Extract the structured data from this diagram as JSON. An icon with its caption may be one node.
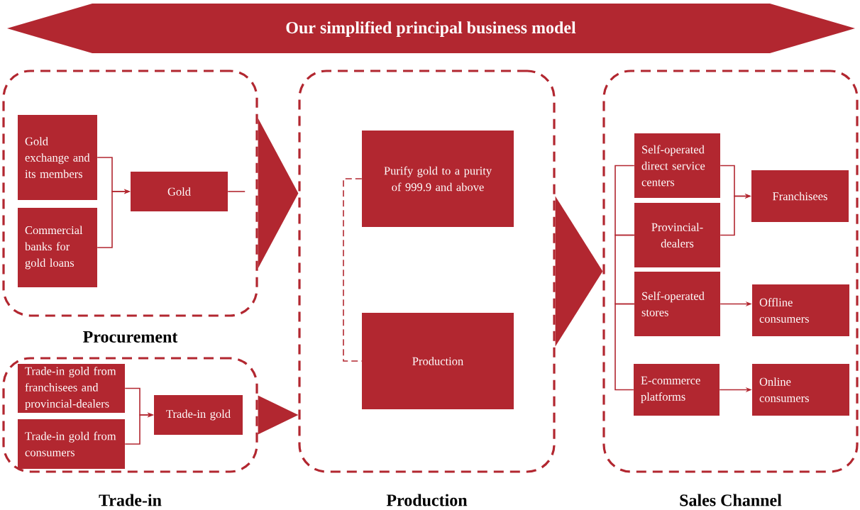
{
  "diagram": {
    "nodes": [
      {
        "text": [
          "Our simplified principal business model"
        ]
      },
      {
        "text": [
          "Procurement"
        ]
      },
      {
        "text": [
          "Gold exchange and its members"
        ],
        "in": 1
      },
      {
        "text": [
          "Commercial banks for gold loans"
        ],
        "in": 1
      },
      {
        "text": [
          "Gold"
        ],
        "in": 1
      },
      {
        "text": [
          "Trade-in"
        ]
      },
      {
        "text": [
          "Trade-in gold from franchisees and provincial-dealers"
        ],
        "in": 5
      },
      {
        "text": [
          "Trade-in gold from consumers"
        ],
        "in": 5
      },
      {
        "text": [
          "Trade-in gold"
        ],
        "in": 5
      },
      {
        "text": [
          "Production"
        ]
      },
      {
        "text": [
          "Purify gold to a purity of 999.9 and above"
        ],
        "in": 9
      },
      {
        "text": [
          "Production"
        ],
        "in": 9
      },
      {
        "text": [
          "Sales Channel"
        ]
      },
      {
        "text": [
          "Self-operated direct service centers"
        ],
        "in": 12
      },
      {
        "text": [
          "Provincial-dealers"
        ],
        "in": 12
      },
      {
        "text": [
          "Self-operated stores"
        ],
        "in": 12
      },
      {
        "text": [
          "E-commerce platforms"
        ],
        "in": 12
      },
      {
        "text": [
          "Franchisees"
        ],
        "in": 12
      },
      {
        "text": [
          "Offline consumers"
        ],
        "in": 12
      },
      {
        "text": [
          "Online consumers"
        ],
        "in": 12
      }
    ],
    "edges": [
      {
        "from": 2,
        "to": 4,
        "arrow": "to"
      },
      {
        "from": 3,
        "to": 4,
        "arrow": "to"
      },
      {
        "from": 4,
        "to": null,
        "arrow": "none"
      },
      {
        "from": 6,
        "to": 8,
        "arrow": "to"
      },
      {
        "from": 7,
        "to": 8,
        "arrow": "to"
      },
      {
        "from": 10,
        "to": 11,
        "arrow": "none",
        "style": "dashed"
      },
      {
        "from": 1,
        "to": 9,
        "arrow": "to"
      },
      {
        "from": 5,
        "to": 9,
        "arrow": "to"
      },
      {
        "from": 9,
        "to": 12,
        "arrow": "to"
      },
      {
        "from": 13,
        "to": 14,
        "arrow": "none"
      },
      {
        "from": 14,
        "to": 15,
        "arrow": "none"
      },
      {
        "from": 15,
        "to": 16,
        "arrow": "none"
      },
      {
        "from": 13,
        "to": 17,
        "arrow": "to"
      },
      {
        "from": 14,
        "to": 17,
        "arrow": "to"
      },
      {
        "from": 15,
        "to": 18,
        "arrow": "to"
      },
      {
        "from": 16,
        "to": 19,
        "arrow": "to"
      }
    ]
  }
}
